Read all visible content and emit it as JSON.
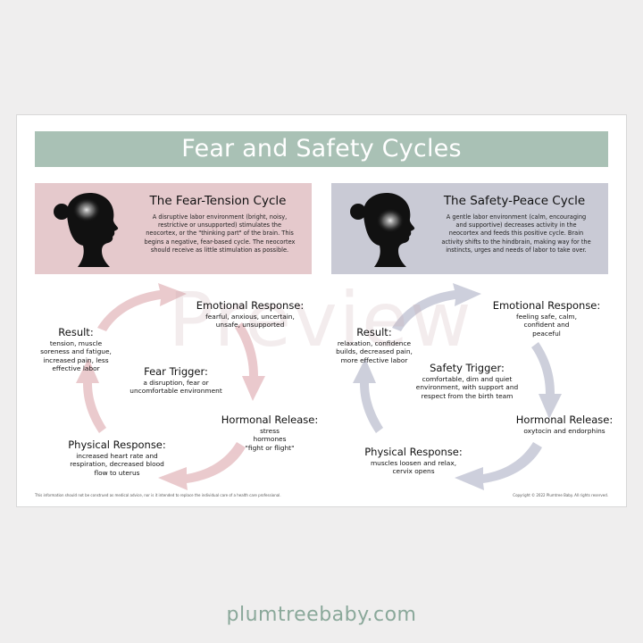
{
  "poster": {
    "title": "Fear and Safety Cycles",
    "watermark": "Preview",
    "footer_left": "This information should not be construed as medical advice, nor is it intended to replace the individual care of a health care professional.",
    "footer_right": "Copyright © 2022 Plumtree Baby. All rights reserved."
  },
  "fear": {
    "title": "The Fear-Tension Cycle",
    "text": "A disruptive labor environment (bright, noisy, restrictive or unsupported) stimulates the neocortex, or the \"thinking part\" of the brain. This begins a negative, fear-based cycle. The neocortex should receive as little stimulation as possible.",
    "emotional_heading": "Emotional Response:",
    "emotional_text": "fearful, anxious, uncertain, unsafe, unsupported",
    "result_heading": "Result:",
    "result_text": "tension, muscle soreness and fatigue, increased pain, less effective labor",
    "trigger_heading": "Fear Trigger:",
    "trigger_text": "a disruption, fear or uncomfortable environment",
    "hormonal_heading": "Hormonal Release:",
    "hormonal_text": "stress hormones \"fight or flight\"",
    "physical_heading": "Physical Response:",
    "physical_text": "increased heart rate and respiration, decreased blood flow to uterus",
    "color": "#e5c9cc"
  },
  "safety": {
    "title": "The Safety-Peace Cycle",
    "text": "A gentle labor environment (calm, encouraging and supportive) decreases activity in the neocortex and feeds this positive cycle. Brain activity shifts to the hindbrain, making way for the instincts, urges and needs of labor to take over.",
    "emotional_heading": "Emotional Response:",
    "emotional_text": "feeling safe, calm, confident and peaceful",
    "result_heading": "Result:",
    "result_text": "relaxation, confidence builds, decreased pain, more effective labor",
    "trigger_heading": "Safety Trigger:",
    "trigger_text": "comfortable, dim and quiet environment, with support and respect from the birth team",
    "hormonal_heading": "Hormonal Release:",
    "hormonal_text": "oxytocin and endorphins",
    "physical_heading": "Physical Response:",
    "physical_text": "muscles loosen and relax, cervix opens",
    "color": "#c9cad5"
  },
  "site": "plumtreebaby.com",
  "colors": {
    "title_bar": "#a9c1b5",
    "fear_arrow": "#e8c4c8",
    "safety_arrow": "#c8cad8",
    "site_text": "#8aa89a"
  }
}
